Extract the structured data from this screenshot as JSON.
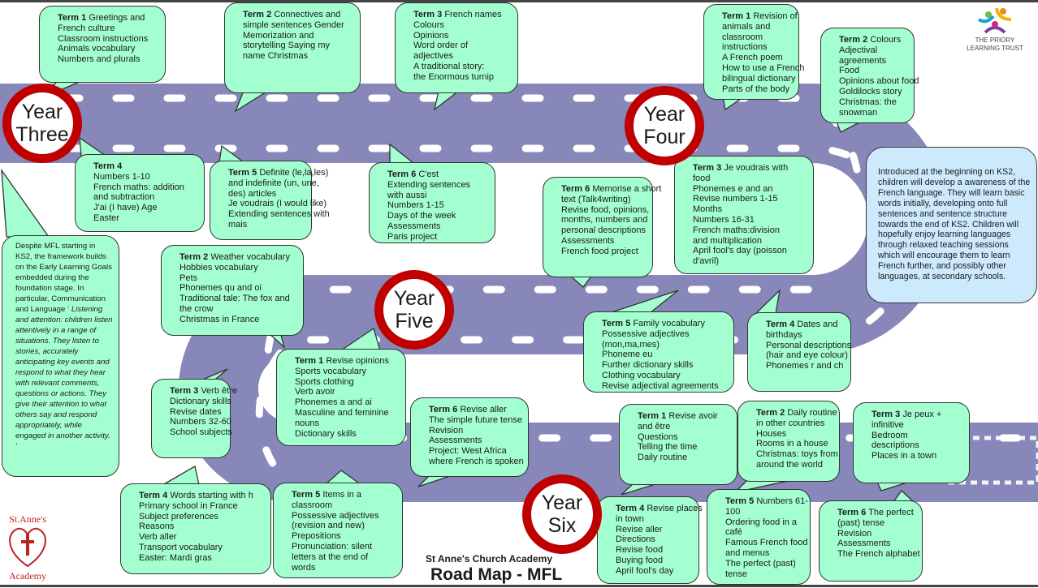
{
  "title": "St Anne's Church Academy",
  "subtitle": "Road Map - MFL",
  "logos": {
    "priory": "THE PRIORY LEARNING TRUST",
    "school": "St.Anne's Church Academy"
  },
  "colors": {
    "road": "#8787b9",
    "callout": "#a3ffcf",
    "info": "#cdeafd",
    "ring": "#c00000"
  },
  "intro_left": [
    "Despite MFL starting in KS2, the framework builds on the Early Learning Goals embedded during the foundation stage. In particular, Communication and Language ‘",
    "Listening and attention: children listen attentively in a range of situations. They listen to stories, accurately anticipating key events and respond to what they hear with relevant comments, questions or actions. They give their attention to what others say and respond appropriately, while engaged in another activity. ‘"
  ],
  "intro_right": "Introduced at the beginning on KS2, children will develop a awareness of the French language. They will learn basic words initially, developing onto full sentences and sentence structure towards the end of KS2. Children will hopefully enjoy learning languages through relaxed teaching sessions which will encourage them to learn French further, and possibly other languages, at secondary schools.",
  "years": [
    {
      "label": [
        "Year",
        "Three"
      ],
      "terms": [
        {
          "term": "Term 1",
          "lines": [
            "Greetings and",
            "French culture",
            "Classroom instructions",
            "Animals vocabulary",
            "Numbers and plurals"
          ]
        },
        {
          "term": "Term 2",
          "lines": [
            "Connectives and",
            "simple sentences Gender",
            "Memorization and",
            "storytelling Saying my",
            " ",
            "name Christmas"
          ]
        },
        {
          "term": "Term 3",
          "lines": [
            "French names",
            "Colours",
            "Opinions",
            "Word order of",
            "adjectives",
            "A traditional story:",
            "the Enormous turnip"
          ]
        },
        {
          "term": "Term 4",
          "lines": [
            "",
            "Numbers 1-10",
            "French maths: addition",
            "and subtraction",
            "J'ai (I have) Age",
            "Easter"
          ]
        },
        {
          "term": "Term 5",
          "lines": [
            "Definite (le,la,les)",
            "and indefinite (un, une,",
            "des) articles",
            "Je voudrais (I would like)",
            "Extending sentences with",
            "mais"
          ]
        },
        {
          "term": "Term 6",
          "lines": [
            "C'est",
            "Extending sentences",
            "with aussi",
            "Numbers 1-15",
            "Days of the week",
            "Assessments",
            "Paris project"
          ]
        }
      ]
    },
    {
      "label": [
        "Year",
        "Four"
      ],
      "terms": [
        {
          "term": "Term 1",
          "lines": [
            "Revision of",
            "animals and",
            "classroom",
            "instructions",
            "A French poem",
            "How to use a French",
            "bilingual dictionary",
            "Parts of the body"
          ]
        },
        {
          "term": "Term 2",
          "lines": [
            "Colours",
            "Adjectival",
            "agreements",
            "Food",
            "Opinions about food",
            "Goldilocks story",
            "Christmas: the",
            "snowman"
          ]
        },
        {
          "term": "Term 3",
          "lines": [
            "Je voudrais with",
            "food",
            "Phonemes e and an",
            "Revise numbers 1-15",
            "Months",
            "Numbers 16-31",
            "French maths:division",
            "and multiplication",
            "April fool's day (poisson",
            "d'avril)"
          ]
        },
        {
          "term": "Term 4",
          "lines": [
            "Dates and",
            "birthdays",
            "Personal descriptions",
            "(hair and eye colour)",
            "Phonemes r and ch"
          ]
        },
        {
          "term": "Term 5",
          "lines": [
            "Family vocabulary",
            "Possessive adjectives",
            "(mon,ma,mes)",
            "Phoneme eu",
            "Further dictionary skills",
            "Clothing vocabulary",
            "Revise adjectival agreements"
          ]
        },
        {
          "term": "Term 6",
          "lines": [
            "Memorise a short",
            "text (Talk4writing)",
            "Revise food, opinions,",
            "months, numbers and",
            "personal descriptions",
            "Assessments",
            "French food project"
          ]
        }
      ]
    },
    {
      "label": [
        "Year",
        "Five"
      ],
      "terms": [
        {
          "term": "Term 1",
          "lines": [
            "Revise opinions",
            "Sports vocabulary",
            "Sports clothing",
            "Verb avoir",
            "Phonemes a and ai",
            "Masculine and feminine",
            "nouns",
            "Dictionary skills"
          ]
        },
        {
          "term": "Term 2",
          "lines": [
            "Weather vocabulary",
            "Hobbies vocabulary",
            "Pets",
            "Phonemes qu and oi",
            "Traditional tale: The fox and",
            "the crow",
            "Christmas in France"
          ]
        },
        {
          "term": "Term 3",
          "lines": [
            "Verb être",
            "Dictionary skills",
            "Revise dates",
            "Numbers 32-60",
            "School subjects"
          ]
        },
        {
          "term": "Term 4",
          "lines": [
            "Words starting with h",
            "Primary school in France",
            "Subject preferences",
            "Reasons",
            "Verb aller",
            "Transport vocabulary",
            "Easter: Mardi gras"
          ]
        },
        {
          "term": "Term 5",
          "lines": [
            "Items in a",
            "classroom",
            "Possessive adjectives",
            "(revision and new)",
            "Prepositions",
            "Pronunciation: silent",
            "letters at the end of",
            "words"
          ]
        },
        {
          "term": "Term 6",
          "lines": [
            "Revise aller",
            "The simple future tense",
            "Revision",
            "Assessments",
            "Project: West Africa",
            "where French is spoken"
          ]
        }
      ]
    },
    {
      "label": [
        "Year",
        "Six"
      ],
      "terms": [
        {
          "term": "Term 1",
          "lines": [
            "Revise avoir",
            "and être",
            "Questions",
            "Telling the time",
            "Daily routine"
          ]
        },
        {
          "term": "Term 2",
          "lines": [
            "Daily routine",
            "in other countries",
            "Houses",
            "Rooms in a house",
            "Christmas: toys from",
            "around the world"
          ]
        },
        {
          "term": "Term 3",
          "lines": [
            "Je peux +",
            "infinitive",
            "Bedroom",
            "descriptions",
            "Places in a town"
          ]
        },
        {
          "term": "Term 4",
          "lines": [
            "Revise places",
            "in town",
            "Revise aller",
            "Directions",
            "Revise food",
            "Buying food",
            "April fool's day"
          ]
        },
        {
          "term": "Term 5",
          "lines": [
            "Numbers 61-",
            "100",
            "Ordering food in a",
            "café",
            "Famous French food",
            "and menus",
            "The perfect (past)",
            "tense"
          ]
        },
        {
          "term": "Term 6",
          "lines": [
            "The perfect",
            "(past) tense",
            "Revision",
            "Assessments",
            "The French alphabet"
          ]
        }
      ]
    }
  ]
}
